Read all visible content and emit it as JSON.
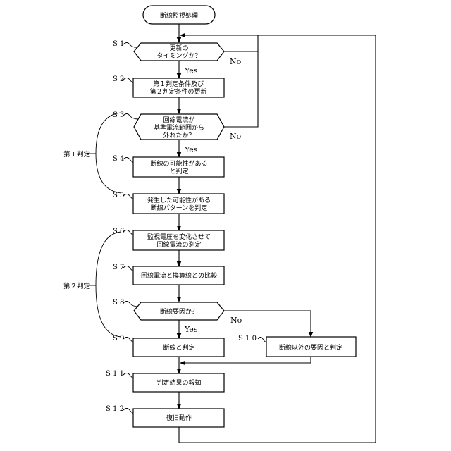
{
  "start": {
    "label": "断線監視処理"
  },
  "steps": {
    "s1": {
      "id": "S 1",
      "lines": [
        "更新の",
        "タイミングか？"
      ]
    },
    "s2": {
      "id": "S 2",
      "lines": [
        "第１判定条件及び",
        "第２判定条件の更新"
      ]
    },
    "s3": {
      "id": "S 3",
      "lines": [
        "回線電流が",
        "基準電流範囲から",
        "外れたか？"
      ]
    },
    "s4": {
      "id": "S 4",
      "lines": [
        "断線の可能性がある",
        "と判定"
      ]
    },
    "s5": {
      "id": "S 5",
      "lines": [
        "発生した可能性がある",
        "断線パターンを判定"
      ]
    },
    "s6": {
      "id": "S 6",
      "lines": [
        "監視電圧を変化させて",
        "回線電流の測定"
      ]
    },
    "s7": {
      "id": "S 7",
      "lines": [
        "回線電流と換算線との比較"
      ]
    },
    "s8": {
      "id": "S 8",
      "lines": [
        "断線要因か？"
      ]
    },
    "s9": {
      "id": "S 9",
      "lines": [
        "断線と判定"
      ]
    },
    "s10": {
      "id": "S 1 0",
      "lines": [
        "断線以外の要因と判定"
      ]
    },
    "s11": {
      "id": "S 1 1",
      "lines": [
        "判定結果の報知"
      ]
    },
    "s12": {
      "id": "S 1 2",
      "lines": [
        "復旧動作"
      ]
    }
  },
  "branch_labels": {
    "yes": "Yes",
    "no": "No"
  },
  "groups": {
    "first": {
      "label": "第１判定"
    },
    "second": {
      "label": "第２判定"
    }
  }
}
